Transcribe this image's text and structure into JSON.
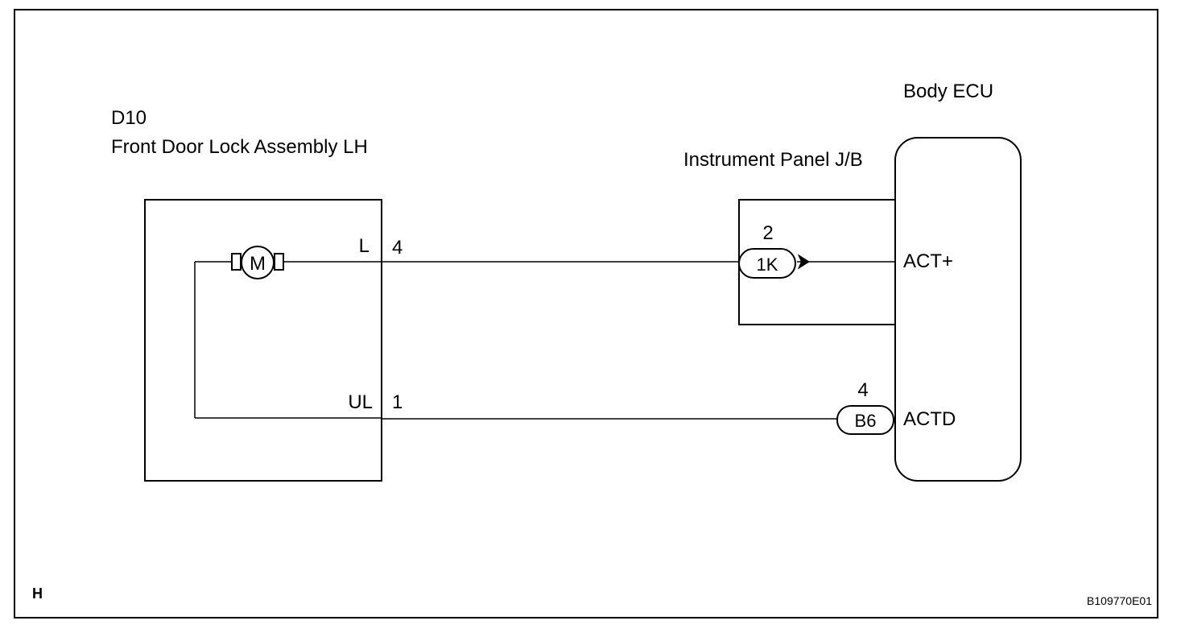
{
  "component": {
    "id": "D10",
    "name": "Front Door Lock Assembly LH",
    "motor_symbol": "M",
    "pins": [
      {
        "signal": "L",
        "number": "4"
      },
      {
        "signal": "UL",
        "number": "1"
      }
    ]
  },
  "junction_block": {
    "name": "Instrument Panel J/B",
    "connector_code": "1K",
    "pin": "2"
  },
  "ecu": {
    "name": "Body ECU",
    "terminals": [
      "ACT+",
      "ACTD"
    ],
    "connector_code": "B6",
    "pin": "4"
  },
  "footer": {
    "corner_letter": "H",
    "figure_id": "B109770E01"
  }
}
